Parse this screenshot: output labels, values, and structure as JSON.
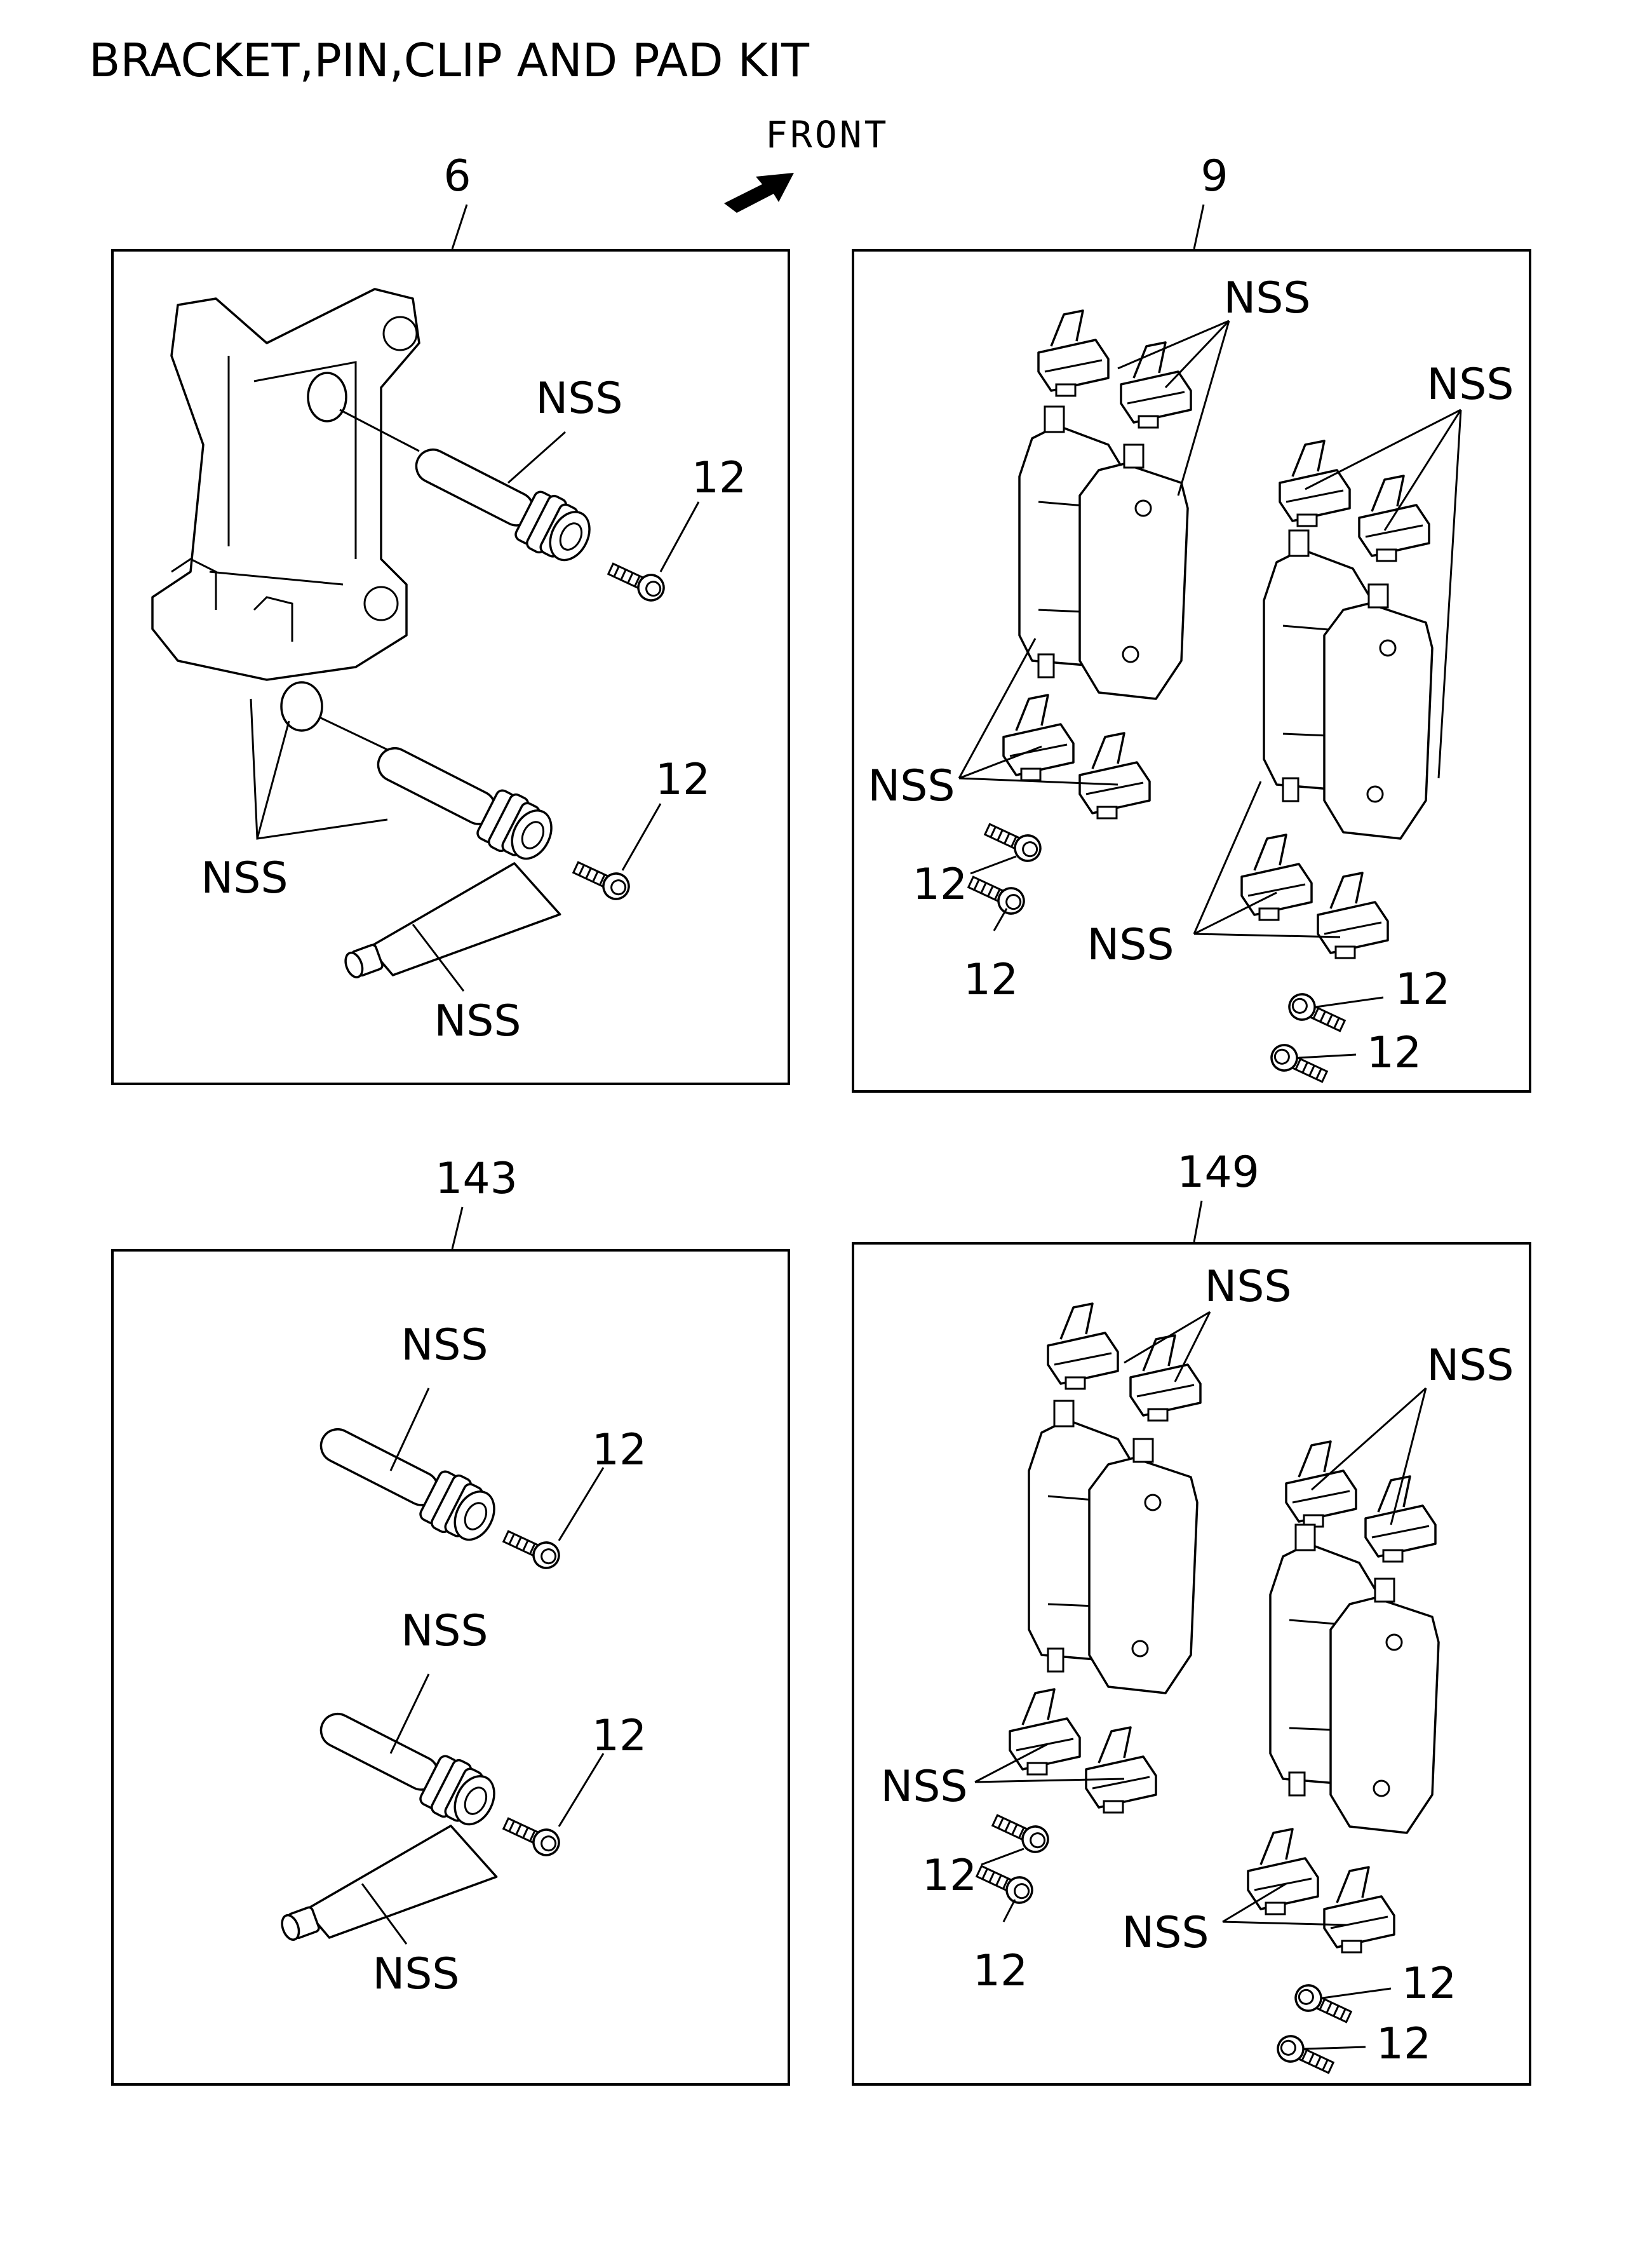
{
  "title": "BRACKET,PIN,CLIP AND PAD KIT",
  "front_label": "FRONT",
  "panels": [
    {
      "ref": "6",
      "labels": [
        "NSS",
        "12",
        "12",
        "NSS",
        "NSS"
      ]
    },
    {
      "ref": "9",
      "labels": [
        "NSS",
        "NSS",
        "NSS",
        "NSS",
        "12",
        "12",
        "12",
        "12"
      ]
    },
    {
      "ref": "143",
      "labels": [
        "NSS",
        "12",
        "NSS",
        "12",
        "NSS"
      ]
    },
    {
      "ref": "149",
      "labels": [
        "NSS",
        "NSS",
        "NSS",
        "NSS",
        "12",
        "12",
        "12",
        "12"
      ]
    }
  ]
}
